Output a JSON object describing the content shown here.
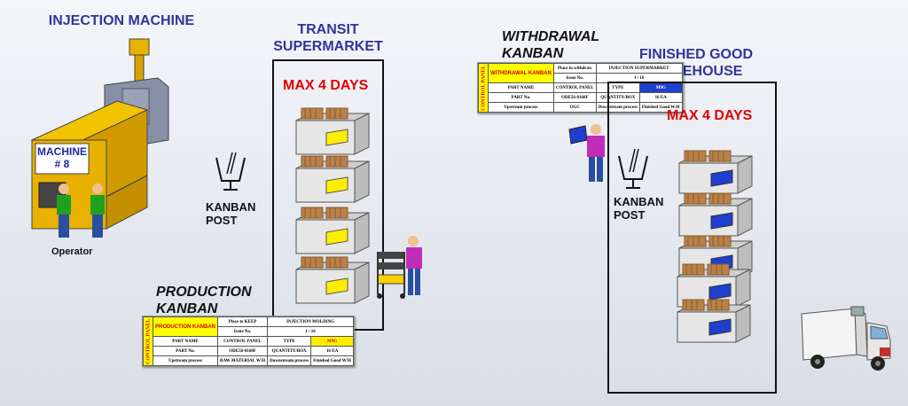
{
  "labels": {
    "injection_machine": "INJECTION MACHINE",
    "machine_name": "MACHINE",
    "machine_number": "# 8",
    "operator": "Operator",
    "transit_line1": "TRANSIT",
    "transit_line2": "SUPERMARKET",
    "finished_line1": "FINISHED GOOD",
    "finished_line2": "WAREHOUSE",
    "withdrawal_line1": "WITHDRAWAL",
    "withdrawal_line2": "KANBAN",
    "production_line1": "PRODUCTION",
    "production_line2": "KANBAN",
    "max_days_transit": "MAX 4 DAYS",
    "max_days_warehouse": "MAX 4 DAYS",
    "kanban_post_1_line1": "KANBAN",
    "kanban_post_1_line2": "POST",
    "kanban_post_2_line1": "KANBAN",
    "kanban_post_2_line2": "POST"
  },
  "withdrawal_card": {
    "side": "CONTROL PANEL",
    "head": "WITHDRAWAL KANBAN",
    "r1": [
      "Place to withdraw",
      "INJECTION SUPERMARKET"
    ],
    "r2": [
      "Issue No.",
      "1 / 16"
    ],
    "r3": [
      "PART NAME",
      "CONTROL PANEL",
      "TYPE",
      "M9G"
    ],
    "r4": [
      "PART No.",
      "ODE56-0168F",
      "QUANTITY/BOX",
      "16 EA"
    ],
    "r5": [
      "Upstream process",
      "OGC",
      "Downstream process",
      "Finished Good W/H"
    ]
  },
  "production_card": {
    "side": "CONTROL PANEL",
    "head": "PRODUCTION KANBAN",
    "r1": [
      "Place to KEEP",
      "INJECTION MOLDING"
    ],
    "r2": [
      "Issue No.",
      "1 / 16"
    ],
    "r3": [
      "PART NAME",
      "CONTROL PANEL",
      "TYPE",
      "M9G"
    ],
    "r4": [
      "PART No.",
      "ODE56-0168F",
      "QUANTITY/BOX",
      "16 EA"
    ],
    "r5": [
      "Upstream process",
      "RAW MATERIAL W/H",
      "Downstream process",
      "Finished Good W/H"
    ]
  },
  "colors": {
    "title": "#33339a",
    "max_days": "#e00000",
    "machine_body": "#e8b000",
    "transit_label": "#ffee00",
    "warehouse_label": "#1f3fcf"
  }
}
